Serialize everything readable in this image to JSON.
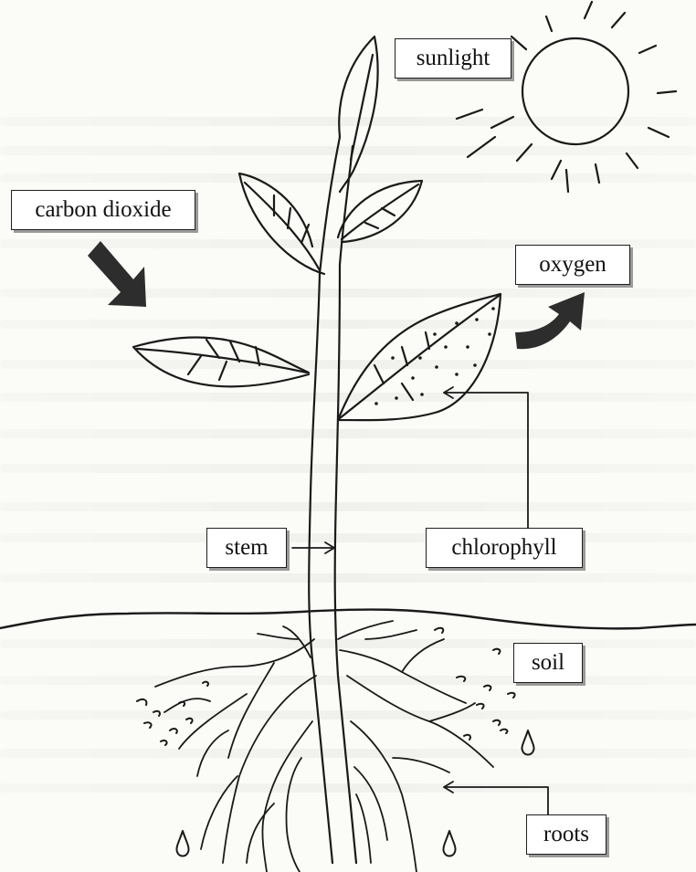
{
  "labels": {
    "sunlight": "sunlight",
    "carbon_dioxide": "carbon dioxide",
    "oxygen": "oxygen",
    "stem": "stem",
    "chlorophyll": "chlorophyll",
    "soil": "soil",
    "roots": "roots"
  }
}
